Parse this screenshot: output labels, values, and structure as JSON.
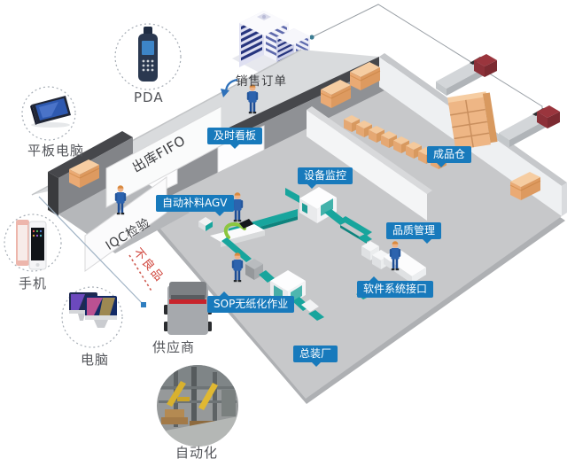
{
  "diagram": {
    "tags": [
      {
        "id": "jit-kanban",
        "text": "及时看板"
      },
      {
        "id": "equipment-monitoring",
        "text": "设备监控"
      },
      {
        "id": "finished-goods-warehouse",
        "text": "成品仓"
      },
      {
        "id": "auto-replenish-agv",
        "text": "自动补料AGV"
      },
      {
        "id": "quality-management",
        "text": "品质管理"
      },
      {
        "id": "software-system-interface",
        "text": "软件系统接口"
      },
      {
        "id": "sop-paperless",
        "text": "SOP无纸化作业"
      },
      {
        "id": "final-assembly",
        "text": "总装厂"
      }
    ],
    "wall_texts": {
      "outbound_fifo": "出库FIFO",
      "iqc_inspection": "IQC检验",
      "defective": "不良品"
    },
    "flow": {
      "sales_order": "销售订单"
    },
    "devices": [
      {
        "id": "pda",
        "label": "PDA"
      },
      {
        "id": "tablet",
        "label": "平板电脑"
      },
      {
        "id": "phone",
        "label": "手机"
      },
      {
        "id": "computer",
        "label": "电脑"
      }
    ],
    "nodes": {
      "supplier": "供应商",
      "automation": "自动化"
    },
    "colors": {
      "tag_blue": "#187abc",
      "conveyor_teal": "#18a59d",
      "defective_red": "#d0453c",
      "crate_tan": "#f0c094",
      "wall_dark": "#46474b",
      "floor_gray": "#c7c8ca",
      "worker_blue": "#2c63ae",
      "arrow_blue": "#2e71ba"
    }
  }
}
